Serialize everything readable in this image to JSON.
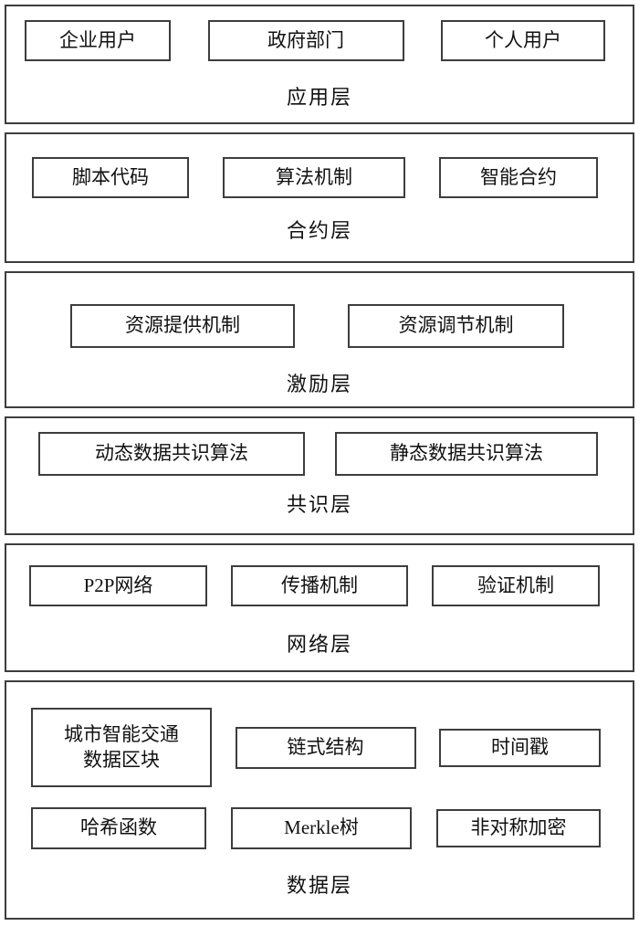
{
  "diagram": {
    "title": "Blockchain layered architecture",
    "border_color": "#3d3d3d",
    "background_color": "#ffffff",
    "layers": [
      {
        "id": "application",
        "label": "应用层",
        "boxes": [
          "企业用户",
          "政府部门",
          "个人用户"
        ]
      },
      {
        "id": "contract",
        "label": "合约层",
        "boxes": [
          "脚本代码",
          "算法机制",
          "智能合约"
        ]
      },
      {
        "id": "incentive",
        "label": "激励层",
        "boxes": [
          "资源提供机制",
          "资源调节机制"
        ]
      },
      {
        "id": "consensus",
        "label": "共识层",
        "boxes": [
          "动态数据共识算法",
          "静态数据共识算法"
        ]
      },
      {
        "id": "network",
        "label": "网络层",
        "boxes": [
          "P2P网络",
          "传播机制",
          "验证机制"
        ]
      },
      {
        "id": "data",
        "label": "数据层",
        "boxes": [
          "城市智能交通\n数据区块",
          "链式结构",
          "时间戳",
          "哈希函数",
          "Merkle树",
          "非对称加密"
        ]
      }
    ]
  }
}
